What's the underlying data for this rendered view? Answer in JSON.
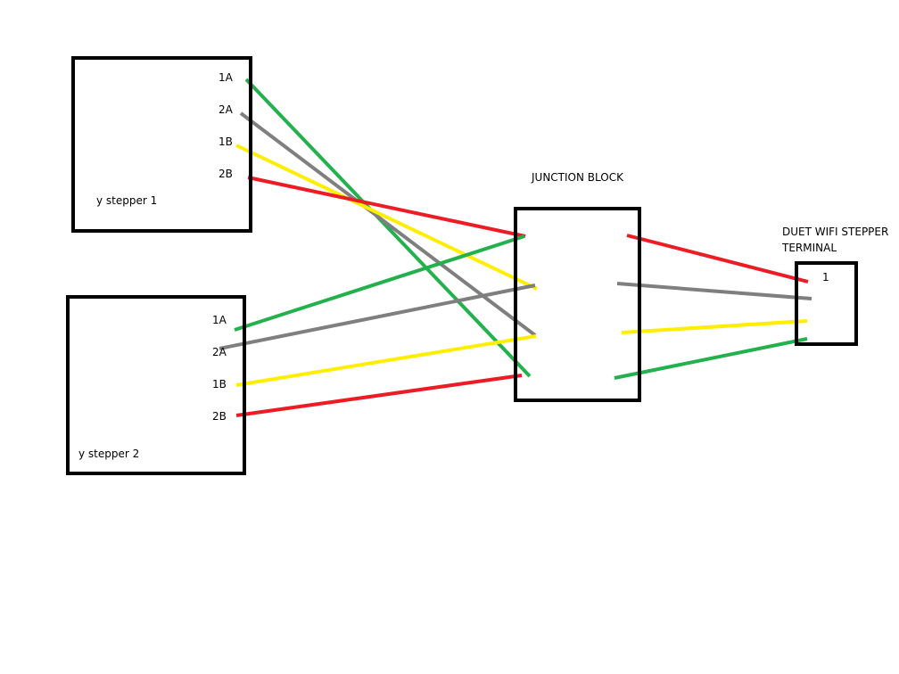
{
  "colors": {
    "green": "#22b14c",
    "gray": "#7f7f7f",
    "yellow": "#ffee00",
    "red": "#ed1c24",
    "outline": "#000000"
  },
  "stepper1": {
    "name": "y stepper 1",
    "pins": [
      "1A",
      "2A",
      "1B",
      "2B"
    ]
  },
  "stepper2": {
    "name": "y stepper 2",
    "pins": [
      "1A",
      "2A",
      "1B",
      "2B"
    ]
  },
  "junction": {
    "title": "JUNCTION BLOCK"
  },
  "duet": {
    "title_line1": "DUET WIFI STEPPER",
    "title_line2": "TERMINAL",
    "pin_label": "1"
  },
  "wires": [
    {
      "id": "s1-1a-to-jb",
      "color": "green"
    },
    {
      "id": "s1-2a-to-jb",
      "color": "gray"
    },
    {
      "id": "s1-1b-to-jb",
      "color": "yellow"
    },
    {
      "id": "s1-2b-to-jb",
      "color": "red"
    },
    {
      "id": "s2-1a-to-jb",
      "color": "green"
    },
    {
      "id": "s2-2a-to-jb",
      "color": "gray"
    },
    {
      "id": "s2-1b-to-jb",
      "color": "yellow"
    },
    {
      "id": "s2-2b-to-jb",
      "color": "red"
    },
    {
      "id": "jb-to-duet-red",
      "color": "red"
    },
    {
      "id": "jb-to-duet-gray",
      "color": "gray"
    },
    {
      "id": "jb-to-duet-yellow",
      "color": "yellow"
    },
    {
      "id": "jb-to-duet-green",
      "color": "green"
    }
  ]
}
